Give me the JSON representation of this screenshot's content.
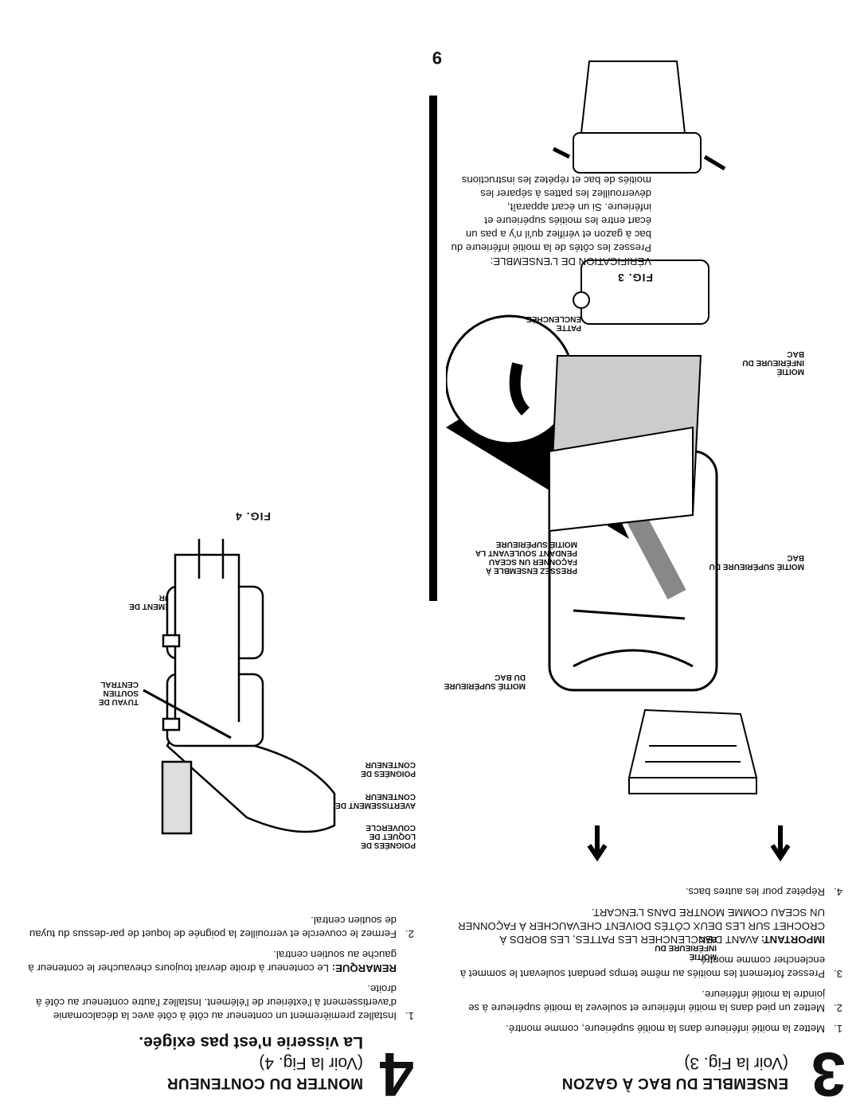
{
  "page_number": "9",
  "section3": {
    "number": "3",
    "title": "ENSEMBLE DU BAC À GAZON",
    "subtitle": "(Voir la Fig. 3)",
    "steps": [
      {
        "num": "1.",
        "text": "Mettez la moitié inférieure dans la moitié supérieure, comme montré."
      },
      {
        "num": "2.",
        "text": "Mettez un pied dans la moitié inférieure et soulevez la moitié supérieure à se joindre la moitié inférieure."
      },
      {
        "num": "3.",
        "text": "Pressez fortement les moitiés au même temps pendant soulevant le sommet à enclencher comme montré."
      }
    ],
    "important_label": "IMPORTANT:",
    "important_text": "AVANT D'ENCLENCHER LES PATTES, LES BORDS À CROCHET SUR LES DEUX CÔTÉS DOIVENT CHEVAUCHER À FAÇONNER UN SCEAU COMME MONTRE DANS L'ENCART.",
    "step4": {
      "num": "4.",
      "text": "Répétez pour les autres bacs."
    },
    "verification_label": "VÉRIFICATION DE L'ENSEMBLE:",
    "verification_text": "Pressez les côtés de la moitié inférieure du bac à gazon et vérifiez qu'il n'y a pas un écart entre les moitiés supérieure et inférieure. Si un écart apparaît, déverrouillez les pattes à séparer les moitiés de bac et répétez les instructions au-dessus.",
    "fig_label": "FIG. 3",
    "callouts": {
      "lower_half_top": "MOITIÉ INFÉRIEURE DU BAC",
      "upper_half": "MOITIÉ SUPÉRIEURE DU BAC",
      "press_assembly": "PRESSEZ ENSEMBLE À FAÇONNER UN SCEAU PENDANT SOULEVANT LA MOITIÉ SUPÉRIEURE",
      "lower_half_bottom": "MOITIÉ INFÉRIEURE DU BAC",
      "tab": "PATTE ENCLENCHÉE",
      "upper_half_bac": "MOITIÉ SUPÉRIEURE DU BAC"
    }
  },
  "section4": {
    "number": "4",
    "title": "MONTER DU CONTENEUR",
    "subtitle": "(Voir la Fig. 4)",
    "bold_subtitle": "La visserie n'est pas exigée.",
    "steps": [
      {
        "num": "1.",
        "text": "Installez premièrement un conteneur au côté à côté avec la décalcomanie d'avertissement à l'extérieur de l'élément. Installez l'autre conteneur au côté à droite."
      },
      {
        "num": "2.",
        "text": "Fermez le couvercle et verrouillez la poignée de loquet de par-dessus du tuyau de soutien central."
      }
    ],
    "remark_label": "REMARQUE:",
    "remark_text": "Le conteneur à droite devrait toujours chevaucher le conteneur à gauche au soutien central.",
    "fig_label": "FIG. 4",
    "callouts": {
      "warning_top": "AVERTISSEMENT DE CONTENEUR",
      "support_pipe": "TUYAU DE SOUTIEN CENTRAL",
      "handles": "POIGNÉES DE CONTENEUR",
      "warning_bottom": "AVERTISSEMENT DE CONTENEUR",
      "latch": "POIGNÉES DE LOQUET DE COUVERCLE"
    }
  }
}
